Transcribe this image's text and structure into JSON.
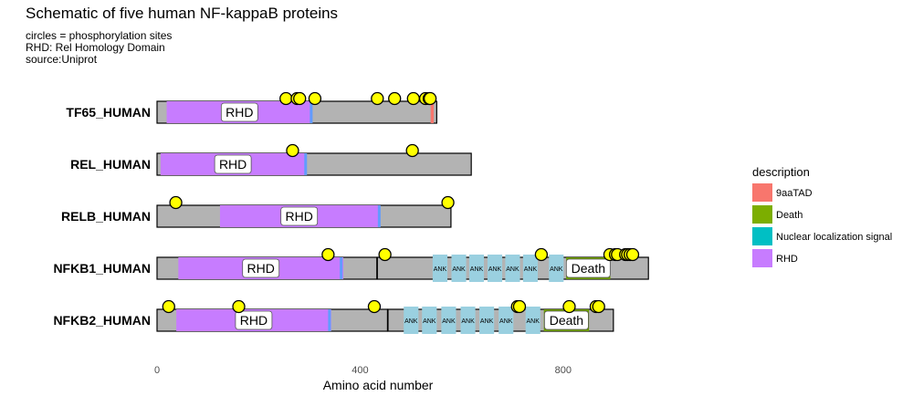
{
  "chart_data": {
    "type": "protein-schematic",
    "title": "Schematic of five human NF-kappaB proteins",
    "subtitle": [
      "circles = phosphorylation sites",
      "RHD: Rel Homology Domain",
      "source:Uniprot"
    ],
    "xlabel": "Amino acid number",
    "xlim": [
      -10,
      1020
    ],
    "xticks": [
      0,
      400,
      800
    ],
    "legend": {
      "title": "description",
      "position": "right",
      "entries": [
        {
          "label": "9aaTAD",
          "color": "#F8766D"
        },
        {
          "label": "Death",
          "color": "#7CAE00"
        },
        {
          "label": "Nuclear localization signal",
          "color": "#00BFC4"
        },
        {
          "label": "RHD",
          "color": "#C77CFF"
        }
      ]
    },
    "colors": {
      "chain": "#b3b3b3",
      "rhd": "#C77CFF",
      "nls": "#619CFF",
      "tad": "#F8766D",
      "death": "#6B9A00",
      "ank": "#9AD0E0",
      "site": "#FFFF00"
    },
    "proteins": [
      {
        "name": "TF65_HUMAN",
        "segments": [
          [
            0,
            551
          ]
        ],
        "rhd": [
          19,
          306
        ],
        "rhd_label": "RHD",
        "nls": [
          301,
          304
        ],
        "tad": [
          539,
          545
        ],
        "ank": [],
        "death": null,
        "sites": [
          254,
          276,
          281,
          311,
          434,
          468,
          505,
          529,
          536,
          538
        ]
      },
      {
        "name": "REL_HUMAN",
        "segments": [
          [
            0,
            619
          ]
        ],
        "rhd": [
          7,
          292
        ],
        "rhd_label": "RHD",
        "nls": [
          290,
          293
        ],
        "tad": null,
        "ank": [],
        "death": null,
        "sites": [
          267,
          503
        ]
      },
      {
        "name": "RELB_HUMAN",
        "segments": [
          [
            0,
            579
          ]
        ],
        "rhd": [
          124,
          436
        ],
        "rhd_label": "RHD",
        "nls": [
          435,
          438
        ],
        "tad": null,
        "ank": [],
        "death": null,
        "sites": [
          37,
          573
        ]
      },
      {
        "name": "NFKB1_HUMAN",
        "segments": [
          [
            0,
            433
          ],
          [
            434,
            968
          ]
        ],
        "rhd": [
          42,
          367
        ],
        "rhd_label": "RHD",
        "nls": [
          360,
          364
        ],
        "tad": null,
        "ank": [
          [
            543,
            572
          ],
          [
            580,
            609
          ],
          [
            615,
            644
          ],
          [
            651,
            680
          ],
          [
            686,
            715
          ],
          [
            721,
            750
          ],
          [
            772,
            801
          ]
        ],
        "ank_label": "ANK",
        "death": [
          806,
          893
        ],
        "death_label": "Death",
        "sites": [
          337,
          449,
          757,
          892,
          903,
          907,
          923,
          927,
          932,
          937
        ]
      },
      {
        "name": "NFKB2_HUMAN",
        "segments": [
          [
            0,
            454
          ],
          [
            455,
            899
          ]
        ],
        "rhd": [
          38,
          343
        ],
        "rhd_label": "RHD",
        "nls": [
          337,
          340
        ],
        "tad": null,
        "ank": [
          [
            486,
            515
          ],
          [
            522,
            551
          ],
          [
            560,
            589
          ],
          [
            598,
            627
          ],
          [
            635,
            664
          ],
          [
            673,
            702
          ],
          [
            726,
            755
          ]
        ],
        "ank_label": "ANK",
        "death": [
          762,
          851
        ],
        "death_label": "Death",
        "sites": [
          23,
          161,
          428,
          710,
          714,
          812,
          865,
          870
        ]
      }
    ]
  }
}
